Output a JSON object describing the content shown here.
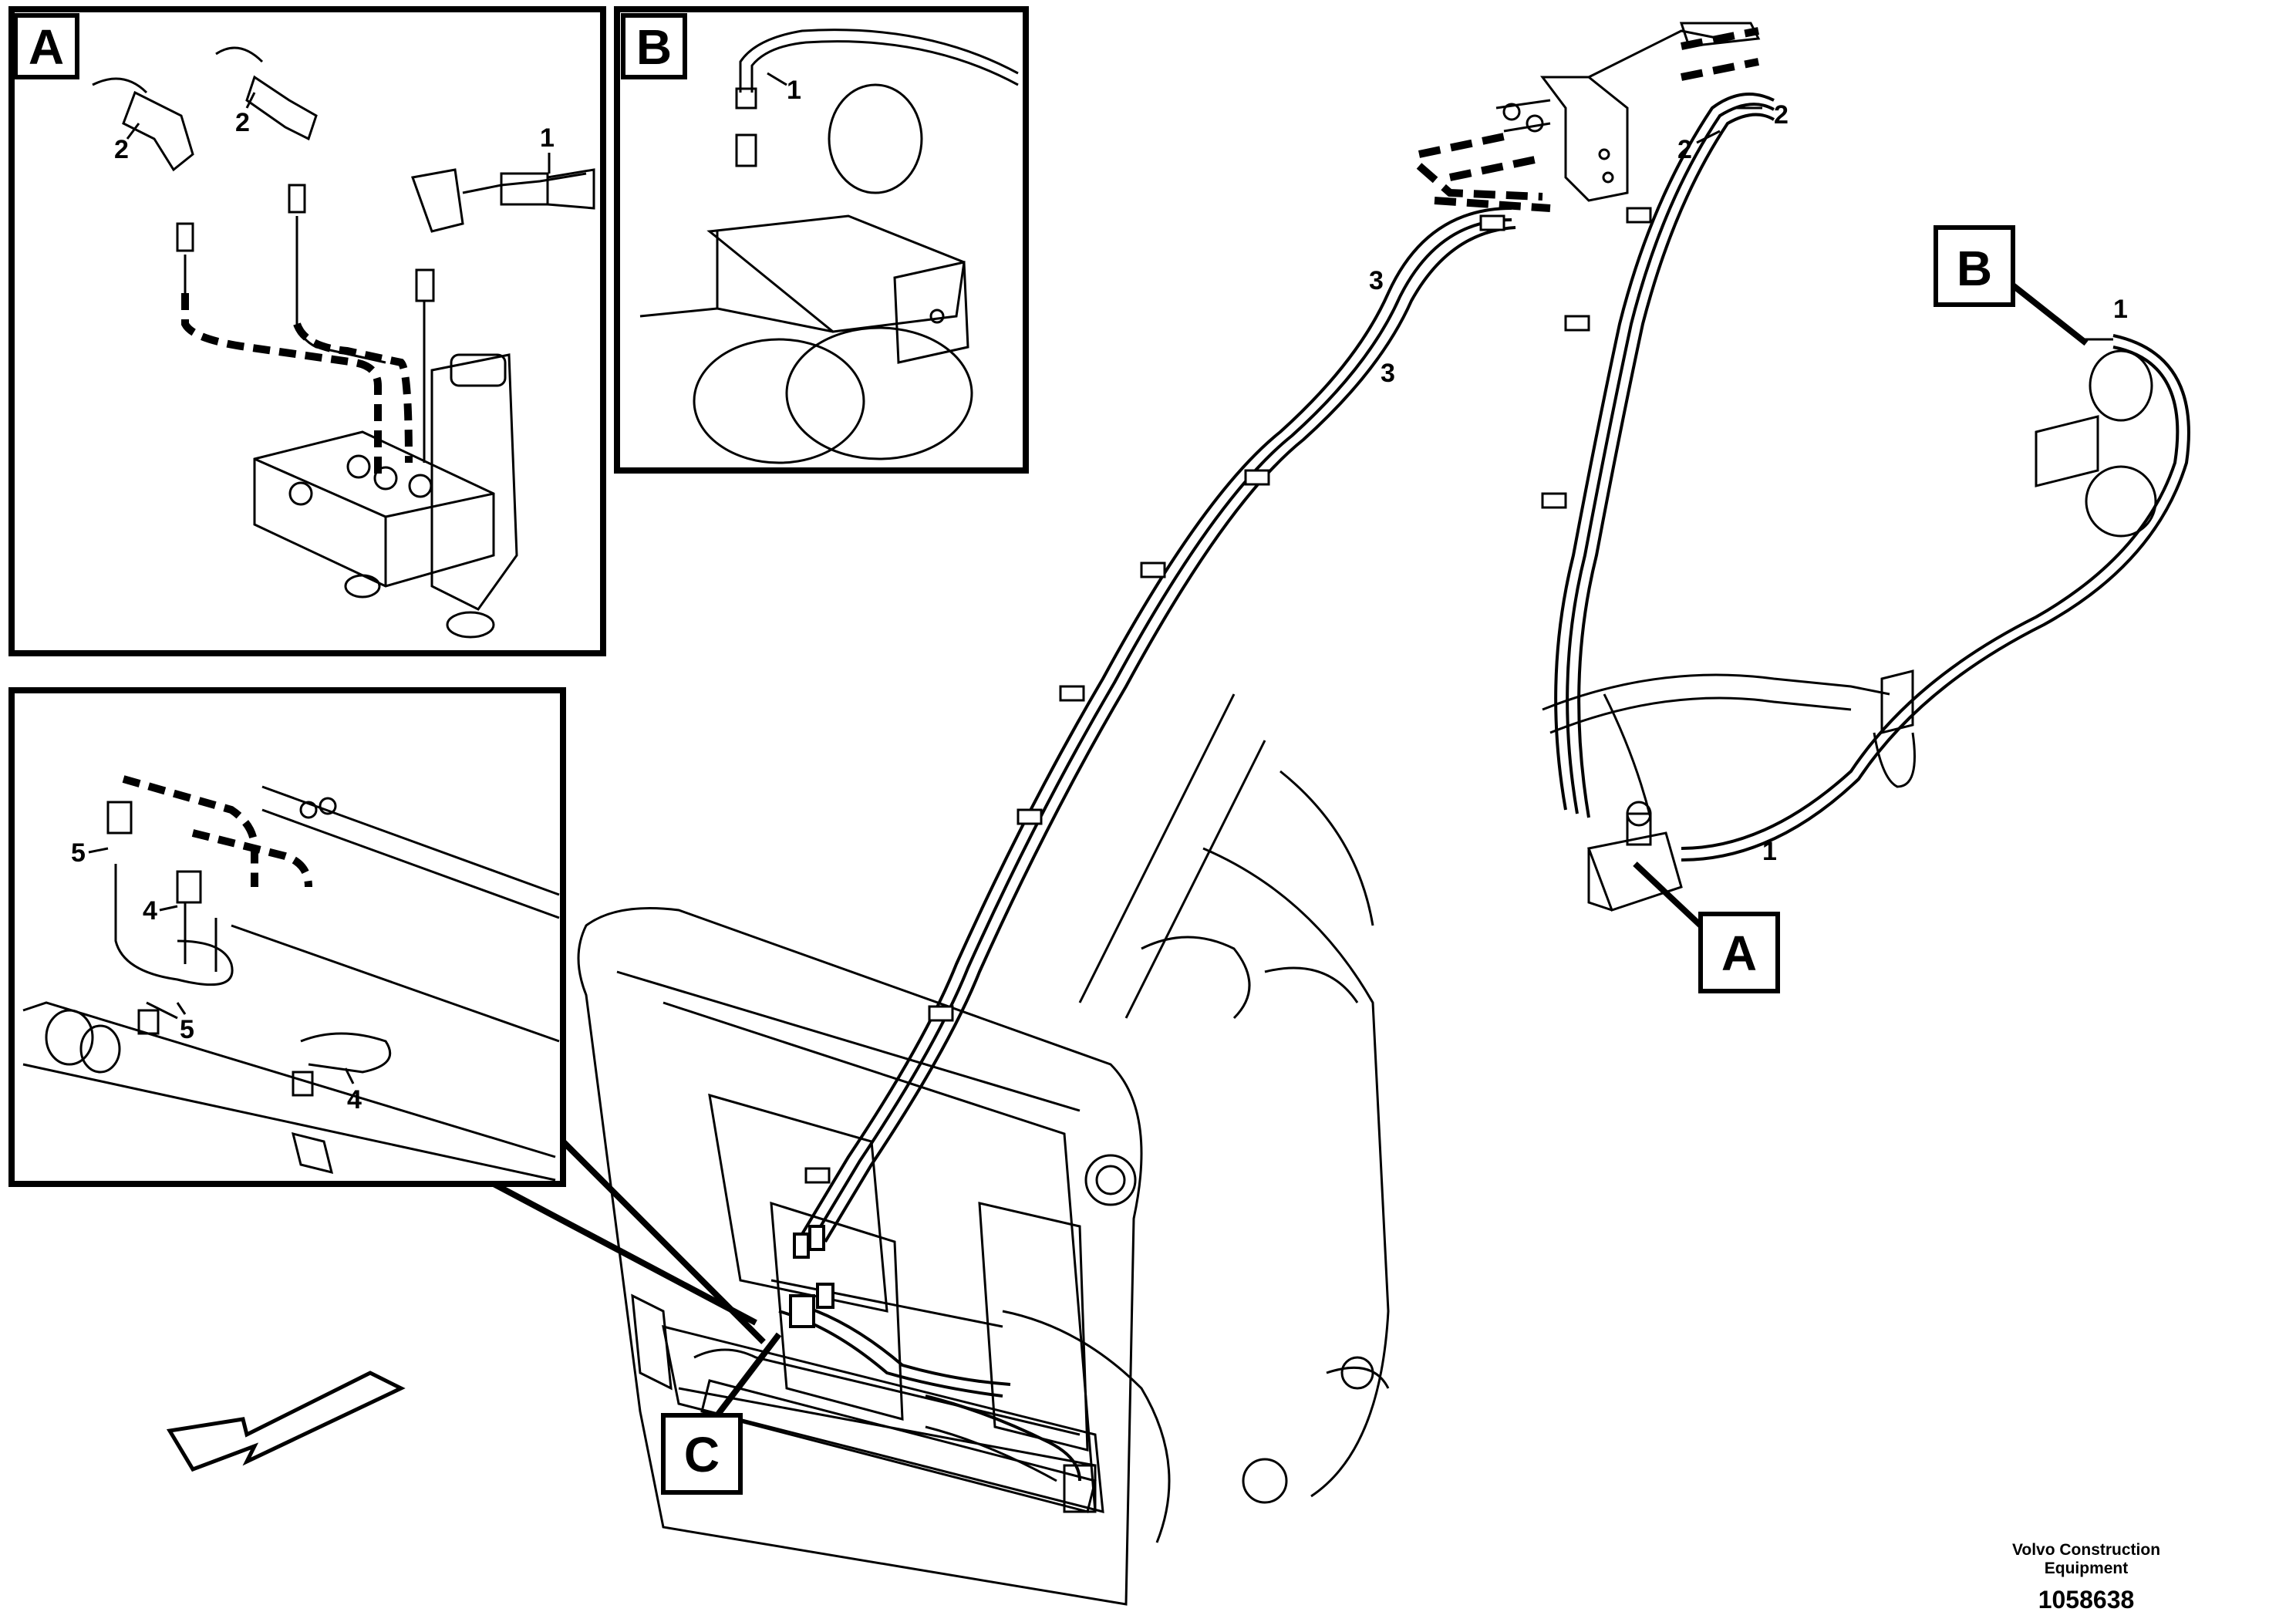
{
  "detail_views": {
    "a": {
      "label": "A"
    },
    "b": {
      "label": "B"
    },
    "c": {
      "label": "C"
    }
  },
  "part_callouts": {
    "p1": "1",
    "p2": "2",
    "p3": "3",
    "p4": "4",
    "p5": "5"
  },
  "footer": {
    "company_line1": "Volvo Construction",
    "company_line2": "Equipment",
    "drawing_number": "1058638"
  }
}
